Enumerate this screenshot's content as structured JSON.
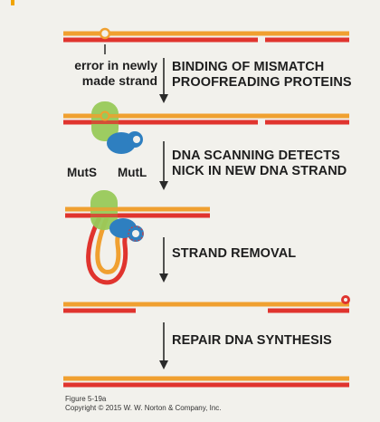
{
  "labels": {
    "error_line1": "error in newly",
    "error_line2": "made strand",
    "step1_line1": "BINDING OF MISMATCH",
    "step1_line2": "PROOFREADING PROTEINS",
    "step2_line1": "DNA SCANNING DETECTS",
    "step2_line2": "NICK IN NEW DNA STRAND",
    "step3": "STRAND REMOVAL",
    "step4": "REPAIR DNA SYNTHESIS",
    "muts": "MutS",
    "mutl": "MutL"
  },
  "caption": {
    "figure": "Figure 5-19a",
    "copyright": "Copyright © 2015 W. W. Norton & Company, Inc."
  },
  "colors": {
    "background": "#f2f1ec",
    "old_strand": "#e0342e",
    "new_strand": "#f0a030",
    "muts": "#98c95a",
    "mutl": "#2e7fc0",
    "arrow": "#2a2a2a"
  }
}
